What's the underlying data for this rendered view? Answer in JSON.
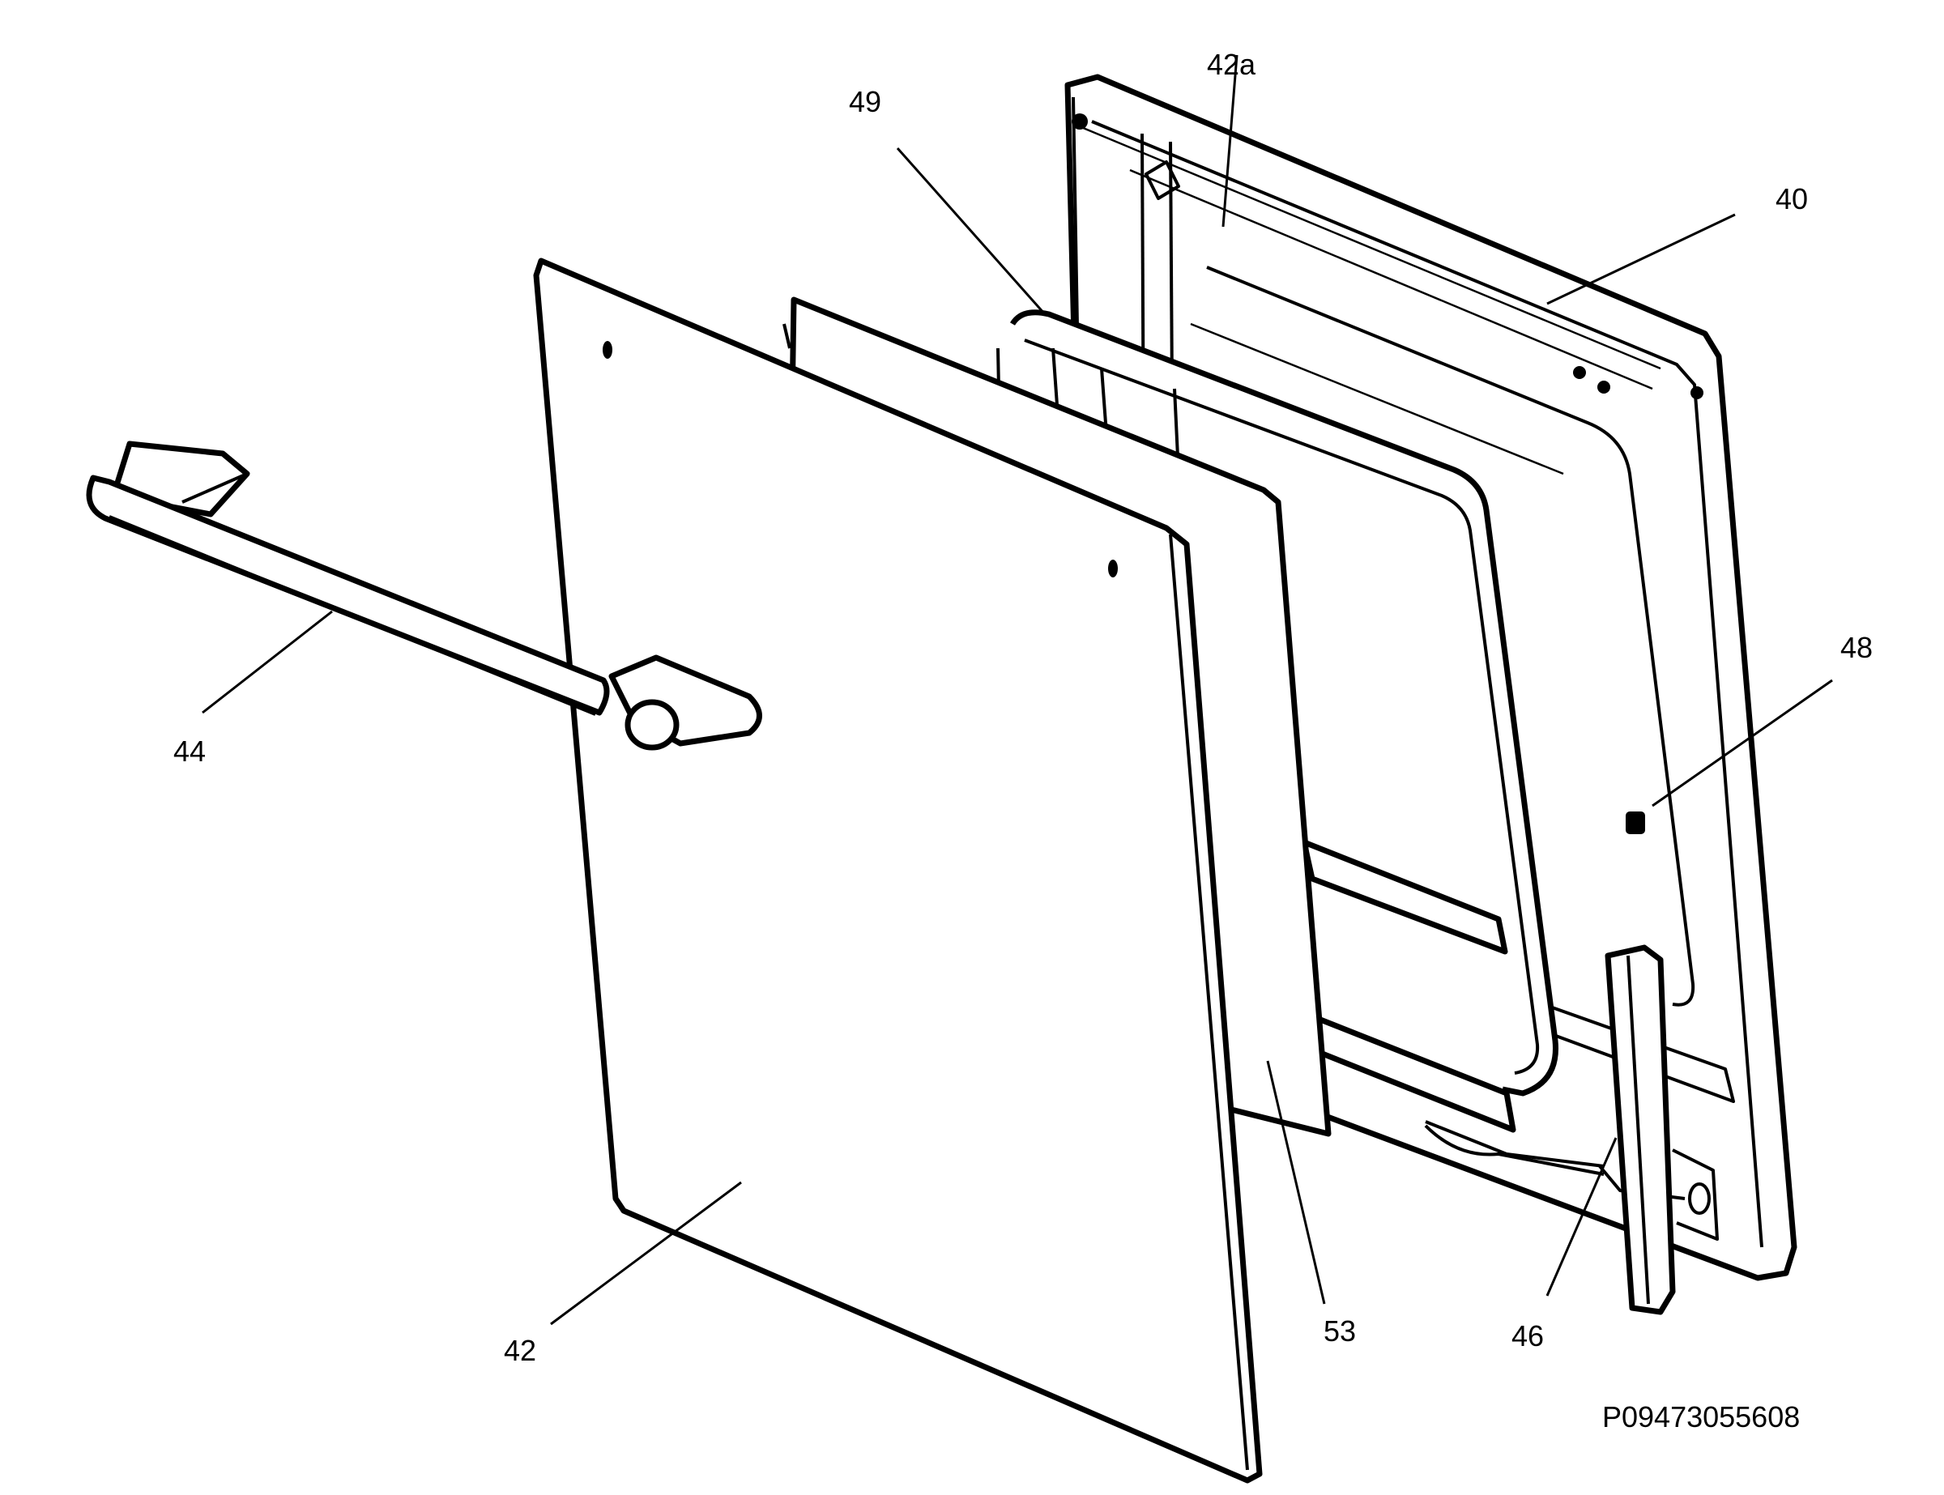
{
  "diagram": {
    "drawing_code": "P09473055608",
    "callouts": [
      {
        "id": "40",
        "label": "40"
      },
      {
        "id": "42",
        "label": "42"
      },
      {
        "id": "42a",
        "label": "42a"
      },
      {
        "id": "44",
        "label": "44"
      },
      {
        "id": "46",
        "label": "46"
      },
      {
        "id": "48",
        "label": "48"
      },
      {
        "id": "49",
        "label": "49"
      },
      {
        "id": "53",
        "label": "53"
      }
    ]
  }
}
